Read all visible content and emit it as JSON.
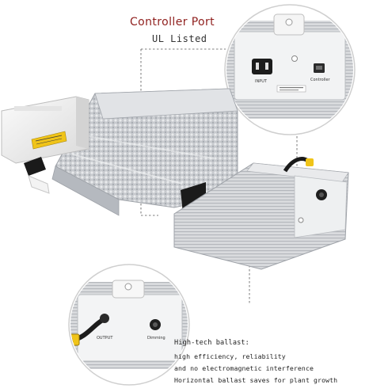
{
  "callout_top": {
    "title": "Controller Port",
    "subtitle": "UL Listed",
    "labels": {
      "input": "INPUT",
      "controller": "Controller"
    }
  },
  "callout_bottom": {
    "labels": {
      "output": "OUTPUT",
      "dimming": "Dimming"
    }
  },
  "features": {
    "line1": "High-tech ballast:",
    "line2": "high efficiency, reliability",
    "line3": "and no electromagnetic interference",
    "line4": "Horizontal ballast saves for plant growth"
  },
  "colors": {
    "title_accent": "#8f1f1d",
    "reflector_silver": "#c9ccd1",
    "ballast_silver": "#d7d9dc",
    "fixture_white": "#efefef",
    "warning_label": "#f0c419",
    "leader_line": "#555555"
  },
  "icons": {
    "power_inlet": "power-inlet-icon",
    "controller_port": "rj-port-icon",
    "dimmer_knob": "dimmer-knob-icon",
    "cable": "power-cable-icon"
  }
}
